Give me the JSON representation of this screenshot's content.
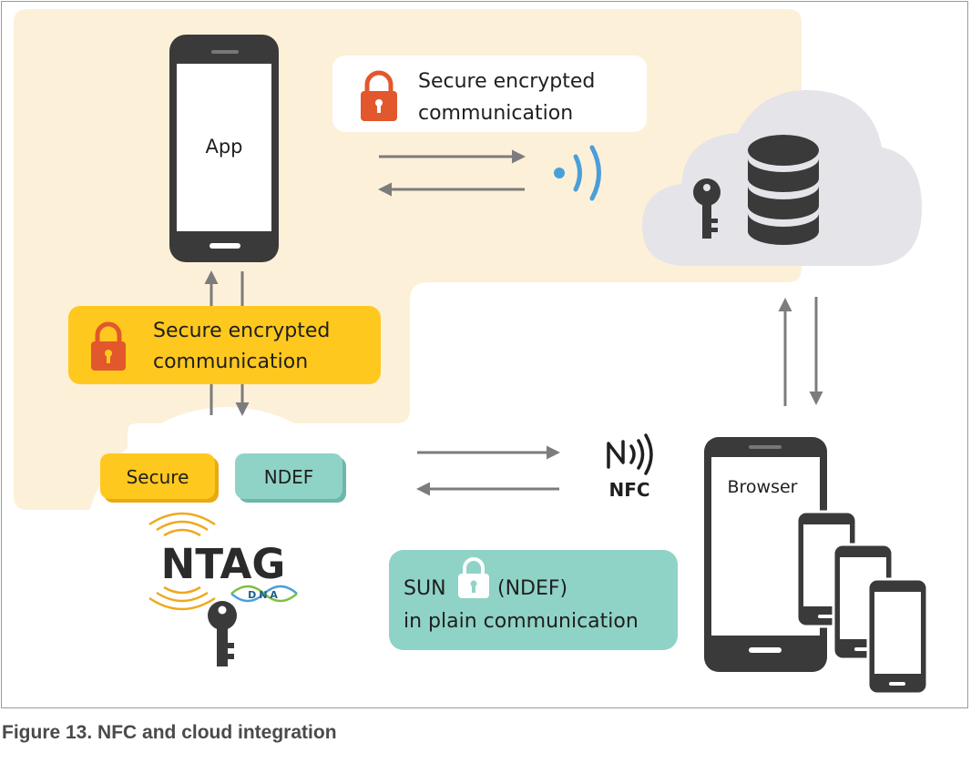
{
  "nodes": {
    "app_phone": {
      "label": "App"
    },
    "browser_phone": {
      "label": "Browser"
    },
    "ntag_chip": {
      "logo_text": "NTAG",
      "dna_text": "DNA",
      "badge_secure": "Secure",
      "badge_ndef": "NDEF"
    },
    "nfc_icon": {
      "label": "NFC"
    }
  },
  "callouts": {
    "cloud_link": {
      "line1": "Secure encrypted",
      "line2": "communication"
    },
    "app_link": {
      "line1": "Secure encrypted",
      "line2": "communication"
    },
    "sun_box": {
      "line1_a": "SUN",
      "line1_b": "(NDEF)",
      "line2": "in plain communication"
    }
  },
  "caption": {
    "text": "Figure 13.  NFC and cloud integration"
  },
  "colors": {
    "zone_fill": "#fdf0d9",
    "phone_body": "#3a3a3a",
    "cloud_fill": "#e4e4e9",
    "yellow": "#ffc81e",
    "teal": "#8fd3c6",
    "lock_orange": "#e2572c",
    "wireless_blue": "#4a9fd8",
    "arrow_gray": "#7c7c7c"
  },
  "icons": [
    "lock-icon",
    "key-icon",
    "database-icon",
    "cloud-icon",
    "wireless-icon",
    "nfc-icon",
    "phone-icon"
  ]
}
